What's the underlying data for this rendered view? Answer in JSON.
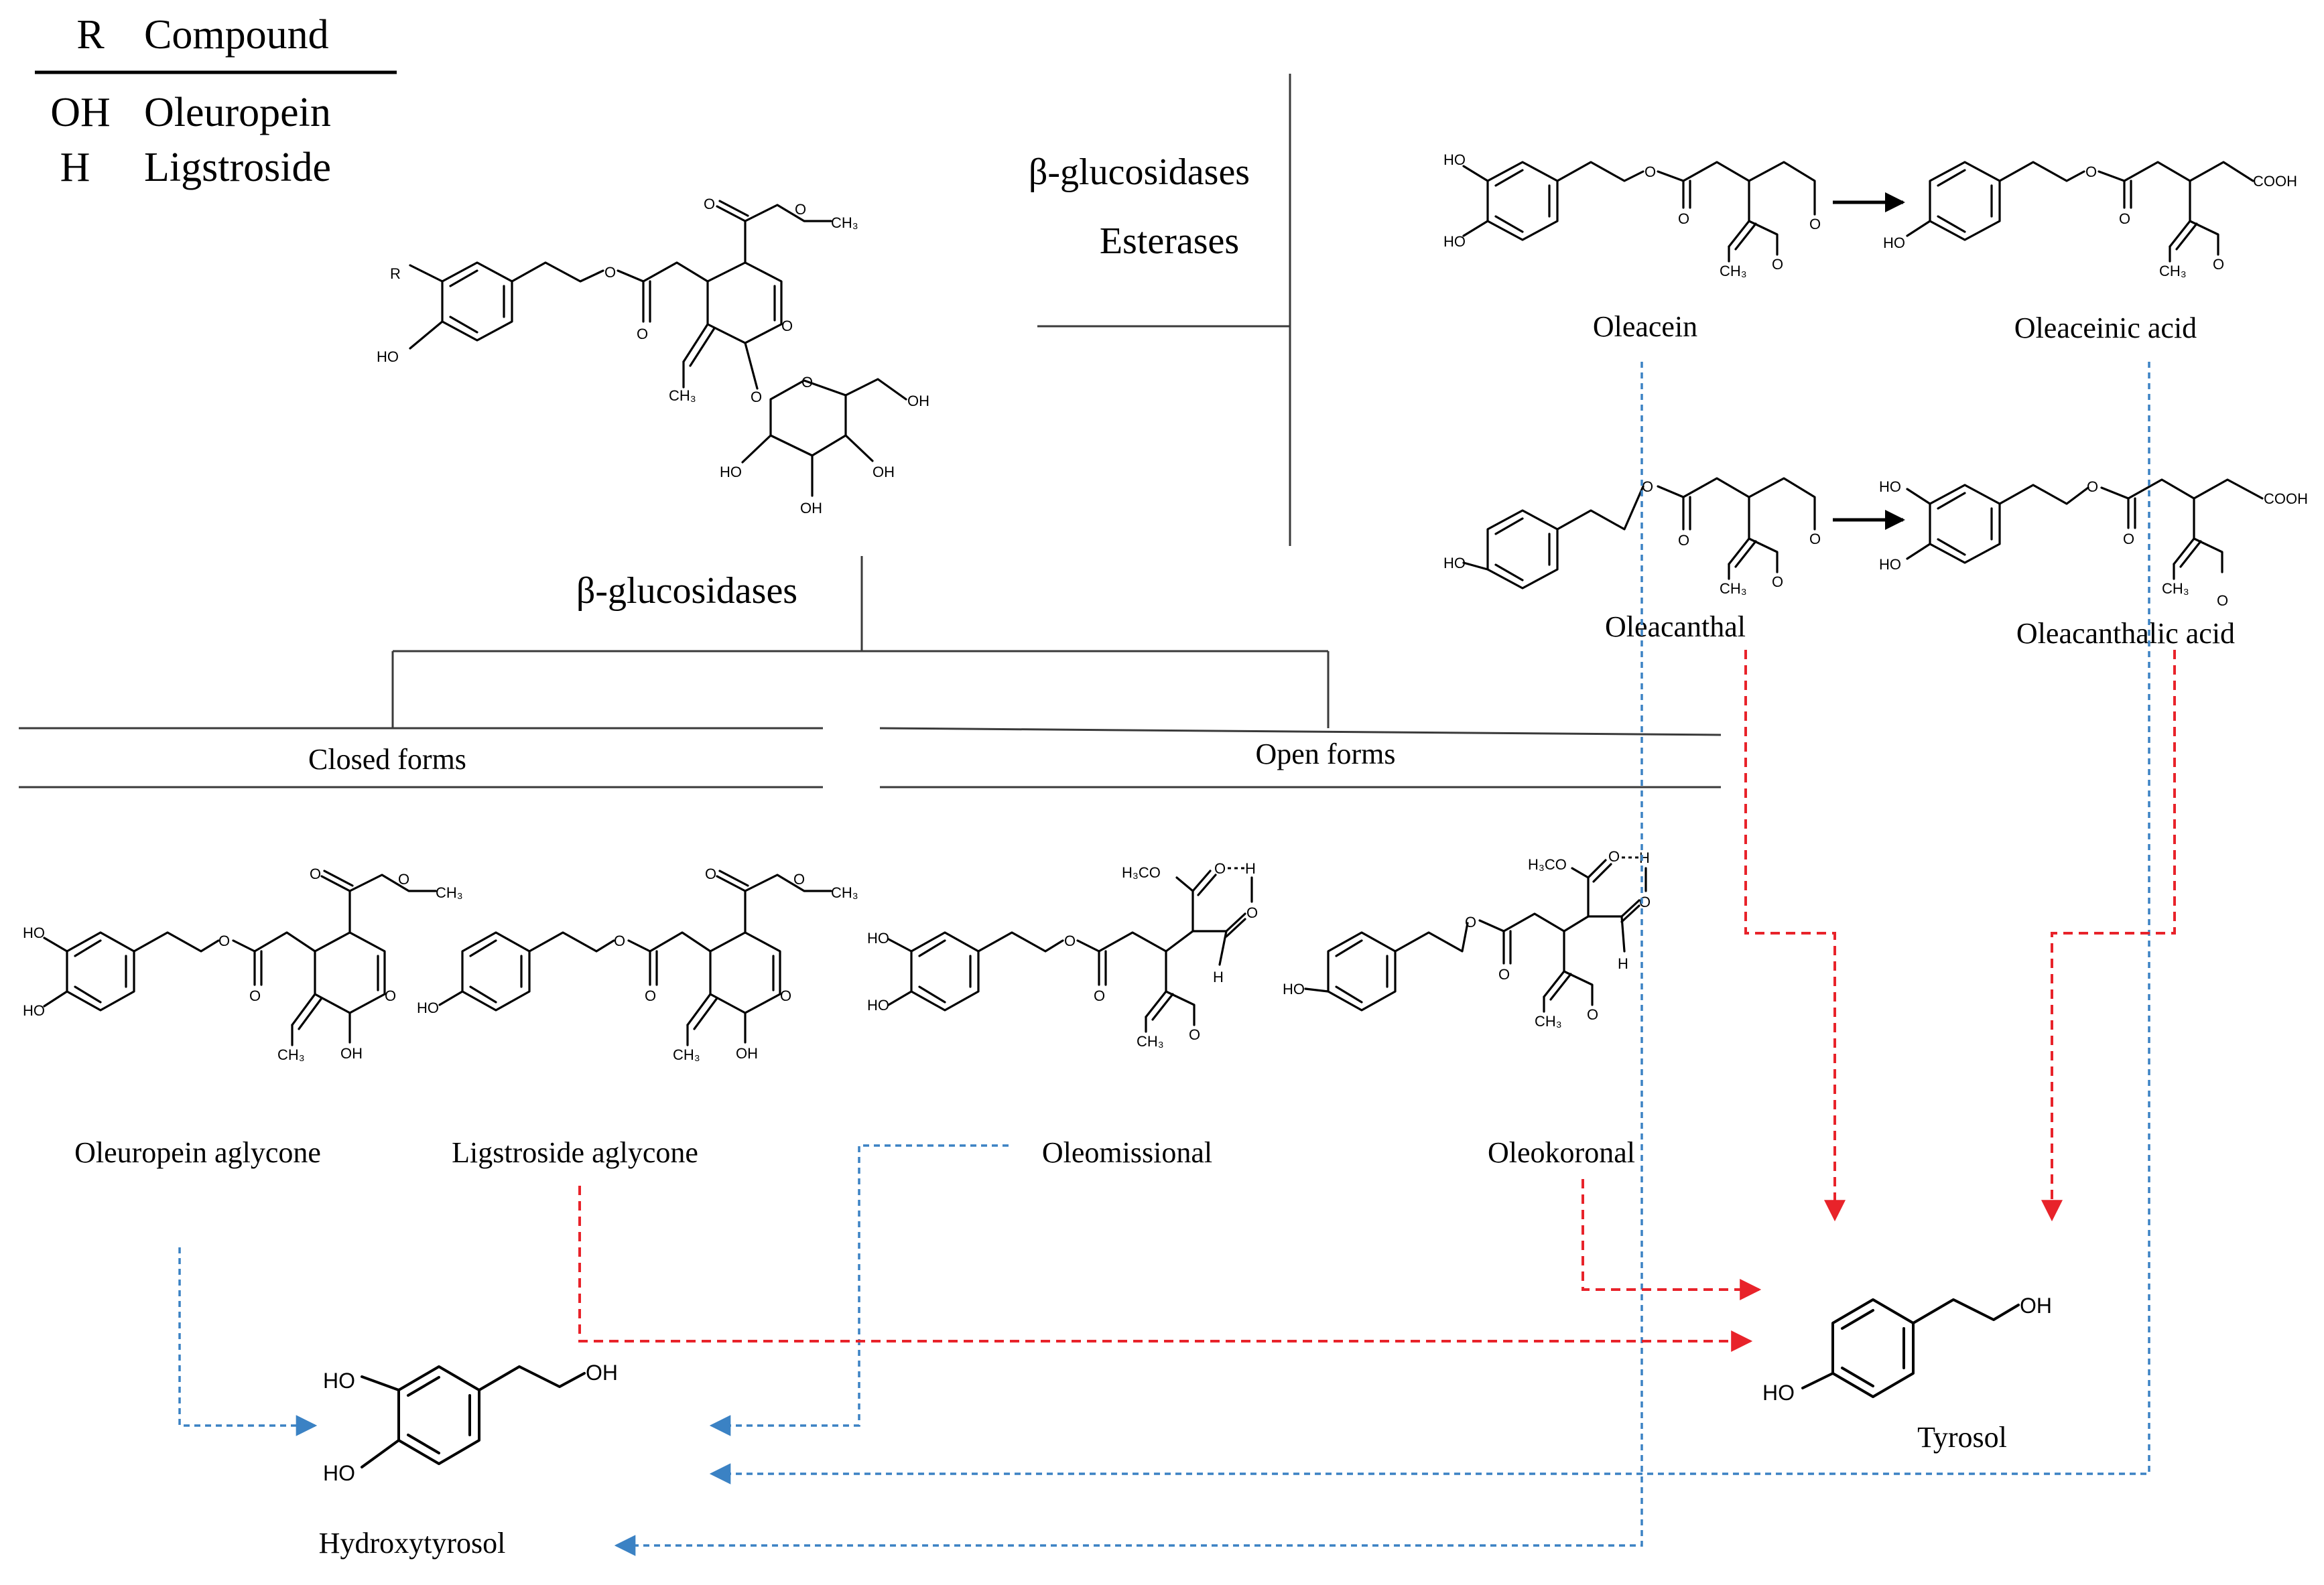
{
  "table": {
    "header_r": "R",
    "header_compound": "Compound",
    "rows": [
      {
        "r": "OH",
        "compound": "Oleuropein"
      },
      {
        "r": "H",
        "compound": "Ligstroside"
      }
    ]
  },
  "enzymes": {
    "top_line1": "β-glucosidases",
    "top_line2": "Esterases",
    "middle": "β-glucosidases"
  },
  "groups": {
    "closed": "Closed forms",
    "open": "Open forms"
  },
  "compounds": {
    "oleacein": "Oleacein",
    "oleaceinic_acid": "Oleaceinic acid",
    "oleacanthal": "Oleacanthal",
    "oleacanthalic_acid": "Oleacanthalic acid",
    "oleuropein_aglycone": "Oleuropein aglycone",
    "ligstroside_aglycone": "Ligstroside aglycone",
    "oleomissional": "Oleomissional",
    "oleokoronal": "Oleokoronal",
    "tyrosol": "Tyrosol",
    "hydroxytyrosol": "Hydroxytyrosol"
  },
  "atoms": {
    "r": "R",
    "ho": "HO",
    "oh": "OH",
    "ch3": "CH₃",
    "o": "O",
    "h3co": "H₃CO",
    "h": "H",
    "cooh": "COOH"
  },
  "colors": {
    "hydroxytyrosol_pathway": "#3b82c4",
    "tyrosol_pathway": "#e8232a",
    "lines": "#3a3a3a"
  }
}
